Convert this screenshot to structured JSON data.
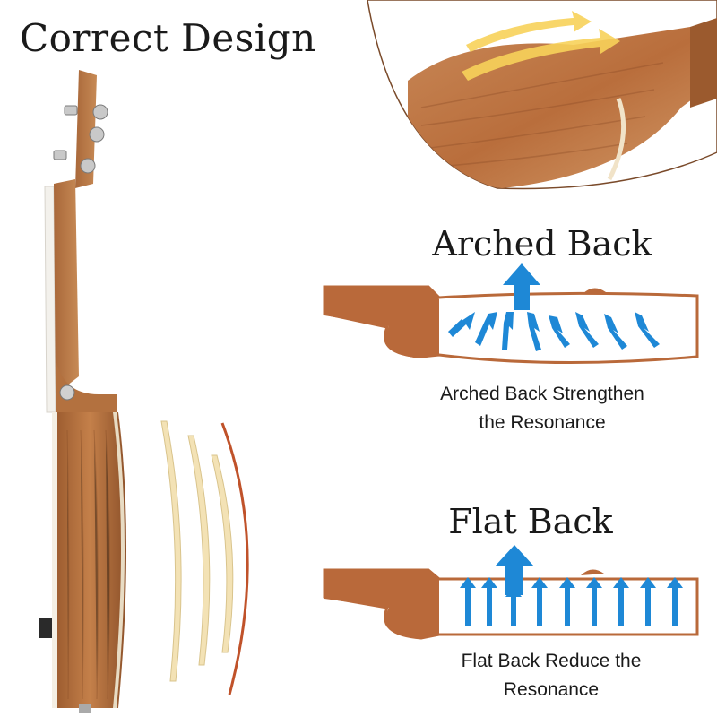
{
  "title": "Correct Design",
  "arched": {
    "heading": "Arched Back",
    "caption_line1": "Arched Back Strengthen",
    "caption_line2": "the Resonance"
  },
  "flat": {
    "heading": "Flat Back",
    "caption_line1": "Flat Back Reduce the",
    "caption_line2": "Resonance"
  },
  "colors": {
    "wood": "#b9693a",
    "wood_dark": "#8a4a26",
    "arrow_blue": "#1e88d6",
    "sound_wave": "#f3e2b5",
    "sound_wave_red": "#c0522a",
    "highlight_arrow": "#f7d25a"
  }
}
